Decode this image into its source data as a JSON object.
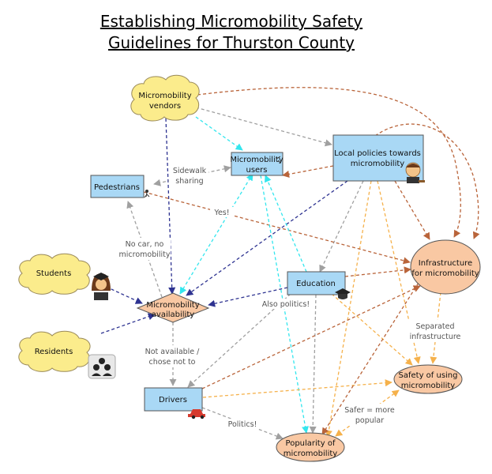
{
  "title": {
    "line1": "Establishing Micromobility Safety",
    "line2": "Guidelines for Thurston County"
  },
  "colors": {
    "cloud_fill": "#fbec8c",
    "box_fill": "#a9d8f5",
    "oval_fill": "#f9c8a3",
    "diamond_fill": "#f9c8a3",
    "navy_arrow": "#2e3391",
    "cyan_arrow": "#33e6ee",
    "grey_arrow": "#a0a0a0",
    "brown_arrow": "#b9643a",
    "orange_arrow": "#f5b14b"
  },
  "nodes": {
    "vendors": {
      "line1": "Micromobility",
      "line2": "vendors"
    },
    "users": {
      "line1": "Micromobility",
      "line2": "users"
    },
    "policies": {
      "line1": "Local policies towards",
      "line2": "micromobility",
      "icon": "judge-icon"
    },
    "pedestrians": {
      "label": "Pedestrians",
      "icon": "walking-person-icon"
    },
    "students": {
      "label": "Students",
      "icon": "student-icon"
    },
    "residents": {
      "label": "Residents",
      "icon": "people-icon"
    },
    "availability": {
      "line1": "Micromobility",
      "line2": "availability"
    },
    "education": {
      "label": "Education",
      "icon": "graduation-cap-icon"
    },
    "infrastructure": {
      "line1": "Infrastructure",
      "line2": "for micromobility"
    },
    "safety": {
      "line1": "Safety of using",
      "line2": "micromobility"
    },
    "drivers": {
      "label": "Drivers",
      "icon": "car-icon"
    },
    "popularity": {
      "line1": "Popularity of",
      "line2": "micromobility"
    }
  },
  "edge_labels": {
    "sidewalk": {
      "line1": "Sidewalk",
      "line2": "sharing"
    },
    "yes": "Yes!",
    "nocar": {
      "line1": "No car, no",
      "line2": "micromobility"
    },
    "alsopolitics": "Also politics!",
    "notavailable": {
      "line1": "Not available /",
      "line2": "chose not to"
    },
    "separated": {
      "line1": "Separated",
      "line2": "infrastructure"
    },
    "safer": {
      "line1": "Safer = more",
      "line2": "popular"
    },
    "politics": "Politics!"
  }
}
